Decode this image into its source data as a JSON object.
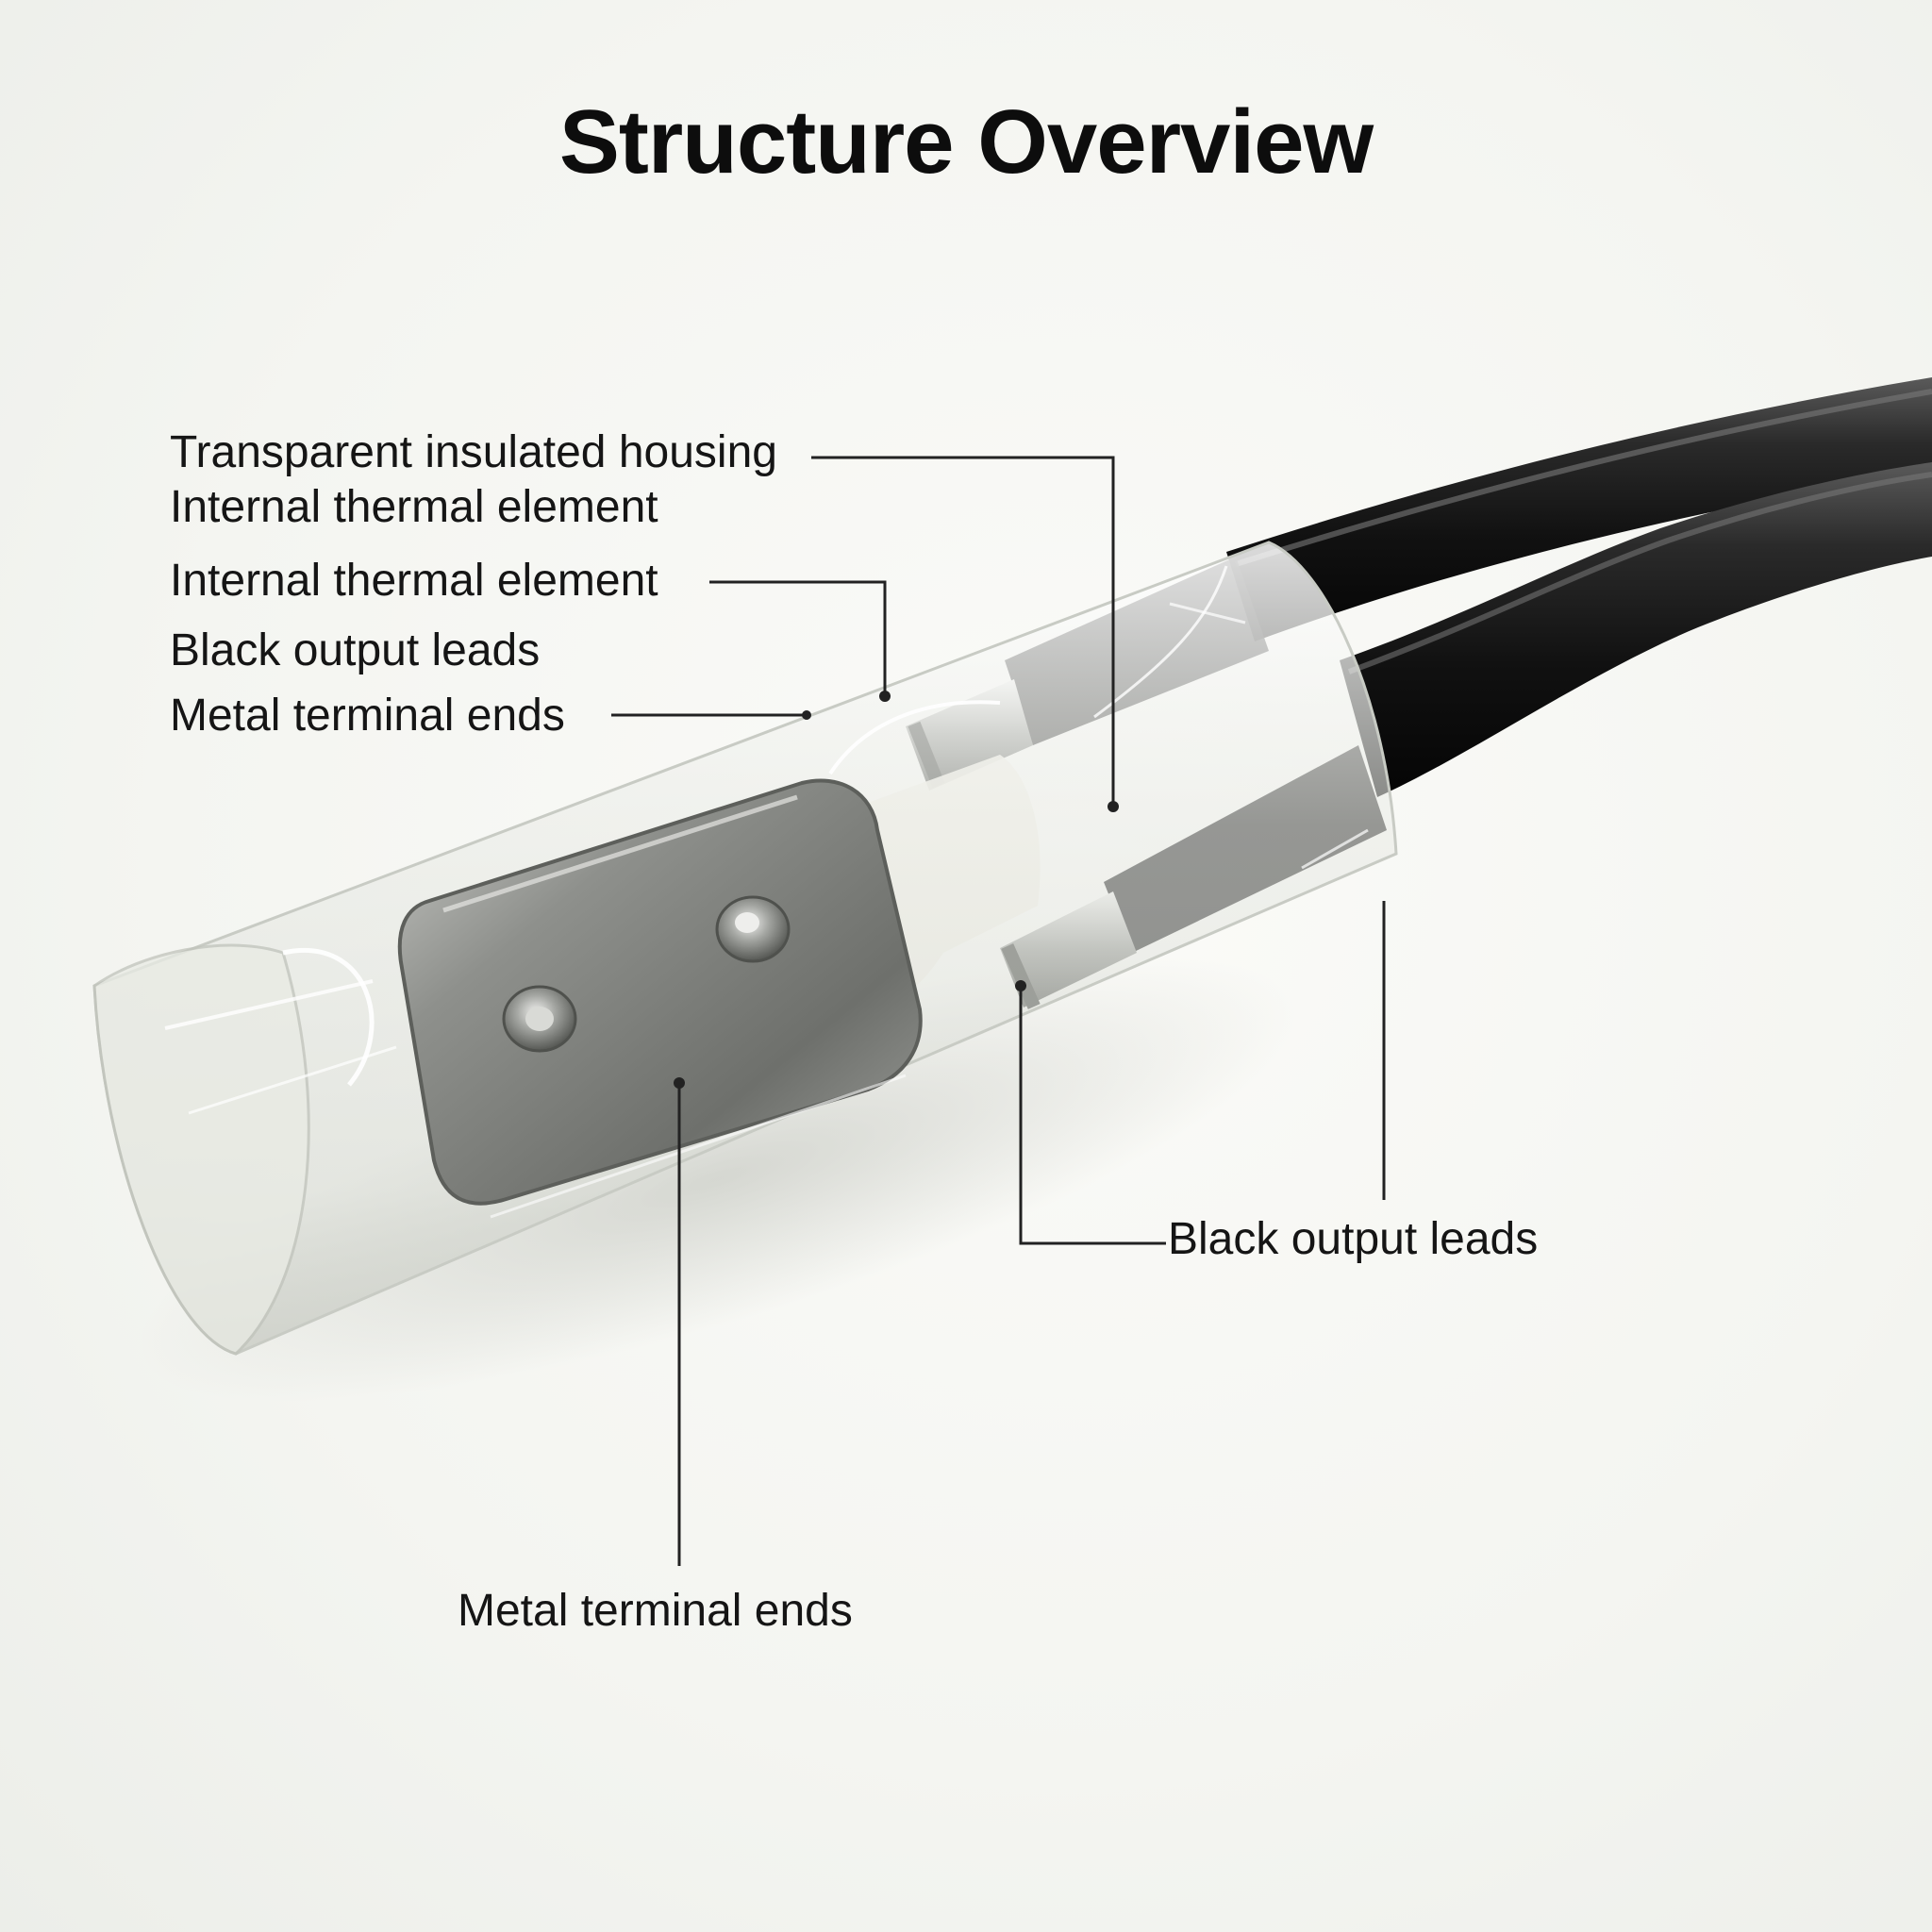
{
  "title": "Structure Overview",
  "labels": {
    "left_list": [
      "Transparent insulated housing",
      "Internal thermal element",
      "Internal thermal element",
      "Black output leads",
      "Metal terminal ends"
    ],
    "right_leads": "Black output leads",
    "bottom_terminal": "Metal terminal ends"
  },
  "colors": {
    "background": "#f6f7f3",
    "text": "#151515",
    "leader_line": "#222222",
    "cable": "#151515",
    "metal": "#8f918e"
  }
}
